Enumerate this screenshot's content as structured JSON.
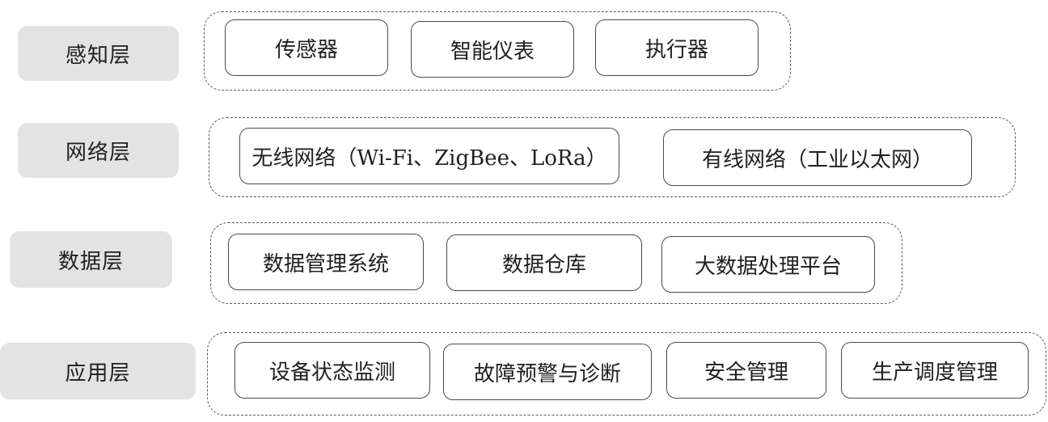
{
  "layers": [
    {
      "label": "感知层",
      "items": [
        "传感器",
        "智能仪表",
        "执行器"
      ]
    },
    {
      "label": "网络层",
      "items": [
        "无线网络（Wi-Fi、ZigBee、LoRa）",
        "有线网络（工业以太网）"
      ]
    },
    {
      "label": "数据层",
      "items": [
        "数据管理系统",
        "数据仓库",
        "大数据处理平台"
      ]
    },
    {
      "label": "应用层",
      "items": [
        "设备状态监测",
        "故障预警与诊断",
        "安全管理",
        "生产调度管理"
      ]
    }
  ]
}
